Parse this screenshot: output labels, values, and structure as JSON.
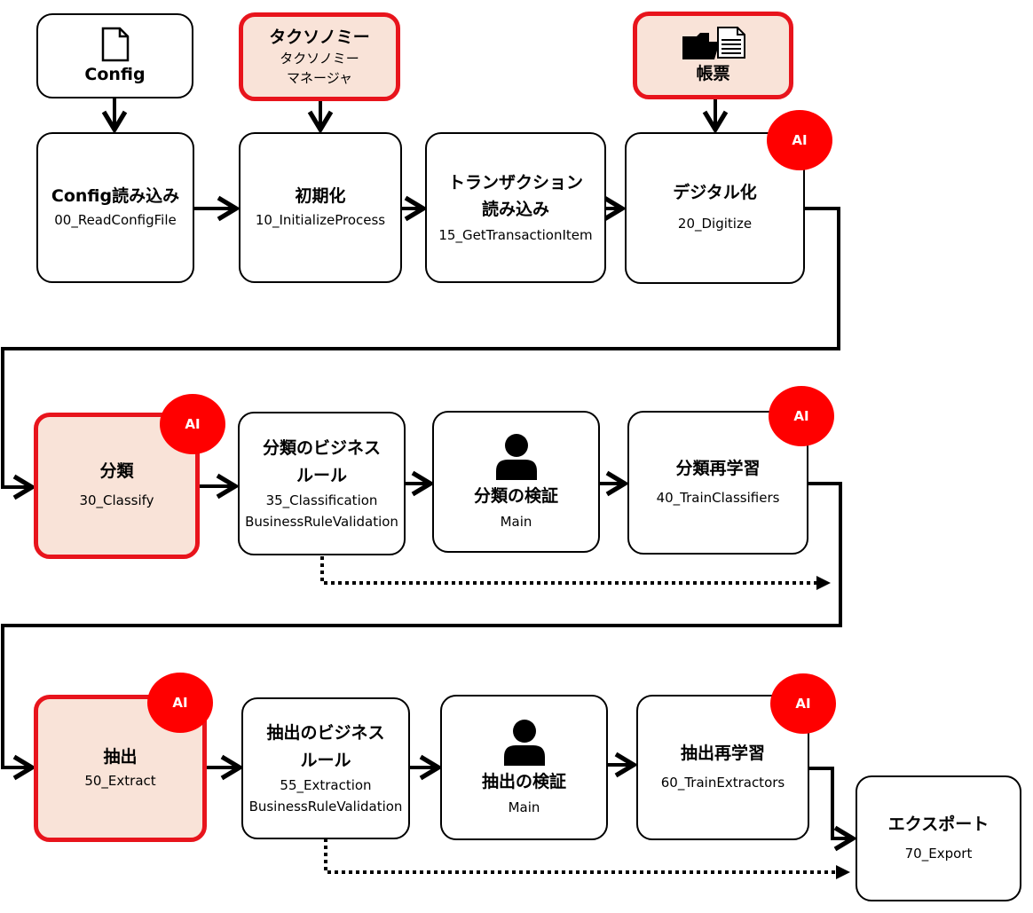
{
  "inputs": {
    "config": {
      "label": "Config",
      "icon": "document-icon"
    },
    "taxonomy": {
      "title": "タクソノミー",
      "subtitle": "タクソノミー\nマネージャ"
    },
    "forms": {
      "label": "帳票",
      "icon": "folder-document-icon"
    }
  },
  "badge": {
    "ai_label": "AI",
    "color": "#ff0000"
  },
  "accent": {
    "highlight_border": "#e8141c",
    "highlight_fill": "#f9e3d8"
  },
  "row1": {
    "read_config": {
      "title": "Config読み込み",
      "workflow": "00_ReadConfigFile"
    },
    "initialize": {
      "title": "初期化",
      "workflow": "10_InitializeProcess"
    },
    "get_transaction": {
      "title": "トランザクション\n読み込み",
      "workflow": "15_GetTransactionItem"
    },
    "digitize": {
      "title": "デジタル化",
      "workflow": "20_Digitize"
    }
  },
  "row2": {
    "classify": {
      "title": "分類",
      "workflow": "30_Classify"
    },
    "classification_rules": {
      "title": "分類のビジネス\nルール",
      "workflow": "35_Classification\nBusinessRuleValidation"
    },
    "classification_validation": {
      "title": "分類の検証",
      "workflow": "Main",
      "icon": "person-icon"
    },
    "train_classifiers": {
      "title": "分類再学習",
      "workflow": "40_TrainClassifiers"
    }
  },
  "row3": {
    "extract": {
      "title": "抽出",
      "workflow": "50_Extract"
    },
    "extraction_rules": {
      "title": "抽出のビジネス\nルール",
      "workflow": "55_Extraction\nBusinessRuleValidation"
    },
    "extraction_validation": {
      "title": "抽出の検証",
      "workflow": "Main",
      "icon": "person-icon"
    },
    "train_extractors": {
      "title": "抽出再学習",
      "workflow": "60_TrainExtractors"
    },
    "export": {
      "title": "エクスポート",
      "workflow": "70_Export"
    }
  }
}
